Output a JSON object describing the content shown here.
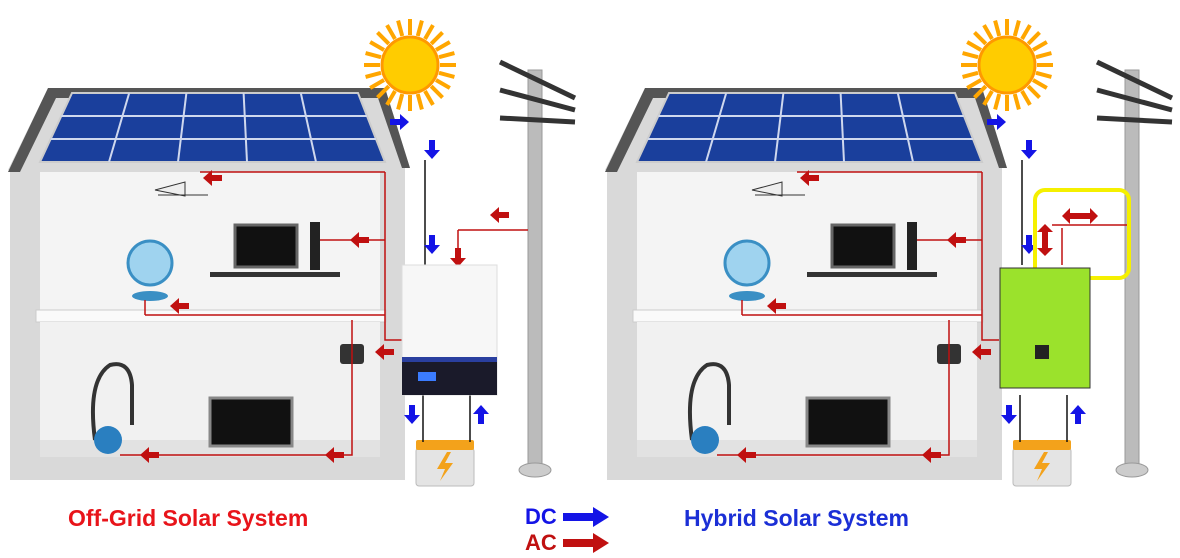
{
  "titles": {
    "off_grid": "Off-Grid Solar System",
    "hybrid": "Hybrid Solar System"
  },
  "legend": [
    {
      "label": "DC",
      "color": "#1414e6"
    },
    {
      "label": "AC",
      "color": "#c01010"
    }
  ],
  "colors": {
    "dc": "#1414e6",
    "ac": "#c01010",
    "hybrid_inverter": "#9be22c",
    "highlight": "#f5f000",
    "panel": "#1a3f9c"
  }
}
